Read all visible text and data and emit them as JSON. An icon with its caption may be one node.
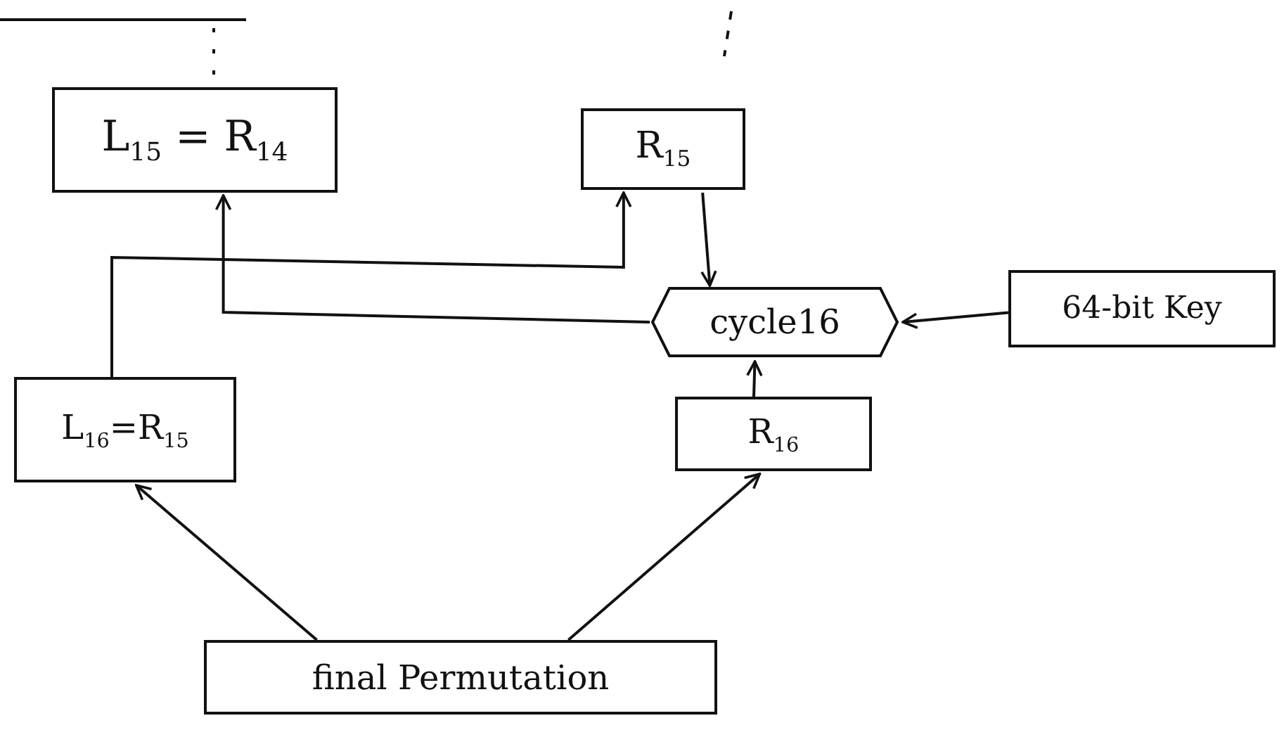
{
  "diagram": {
    "nodes": [
      {
        "text": [
          "L$_{15}$ = R$_{14}$"
        ]
      },
      {
        "text": [
          "R$_{15}$"
        ]
      },
      {
        "text": [
          "cycle16"
        ]
      },
      {
        "text": [
          "64-bit Key"
        ]
      },
      {
        "text": [
          "L$_{16}$=R$_{15}$"
        ]
      },
      {
        "text": [
          "R$_{16}$"
        ]
      },
      {
        "text": [
          "final Permutation"
        ]
      }
    ],
    "edges": [
      {
        "from": 4,
        "to": 1,
        "arrow": "to"
      },
      {
        "from": 2,
        "to": 0,
        "arrow": "to"
      },
      {
        "from": 1,
        "to": 2,
        "arrow": "to"
      },
      {
        "from": 3,
        "to": 2,
        "arrow": "to"
      },
      {
        "from": 5,
        "to": 2,
        "arrow": "to"
      },
      {
        "from": 6,
        "to": 4,
        "arrow": "to"
      },
      {
        "from": 6,
        "to": 5,
        "arrow": "to"
      }
    ]
  }
}
